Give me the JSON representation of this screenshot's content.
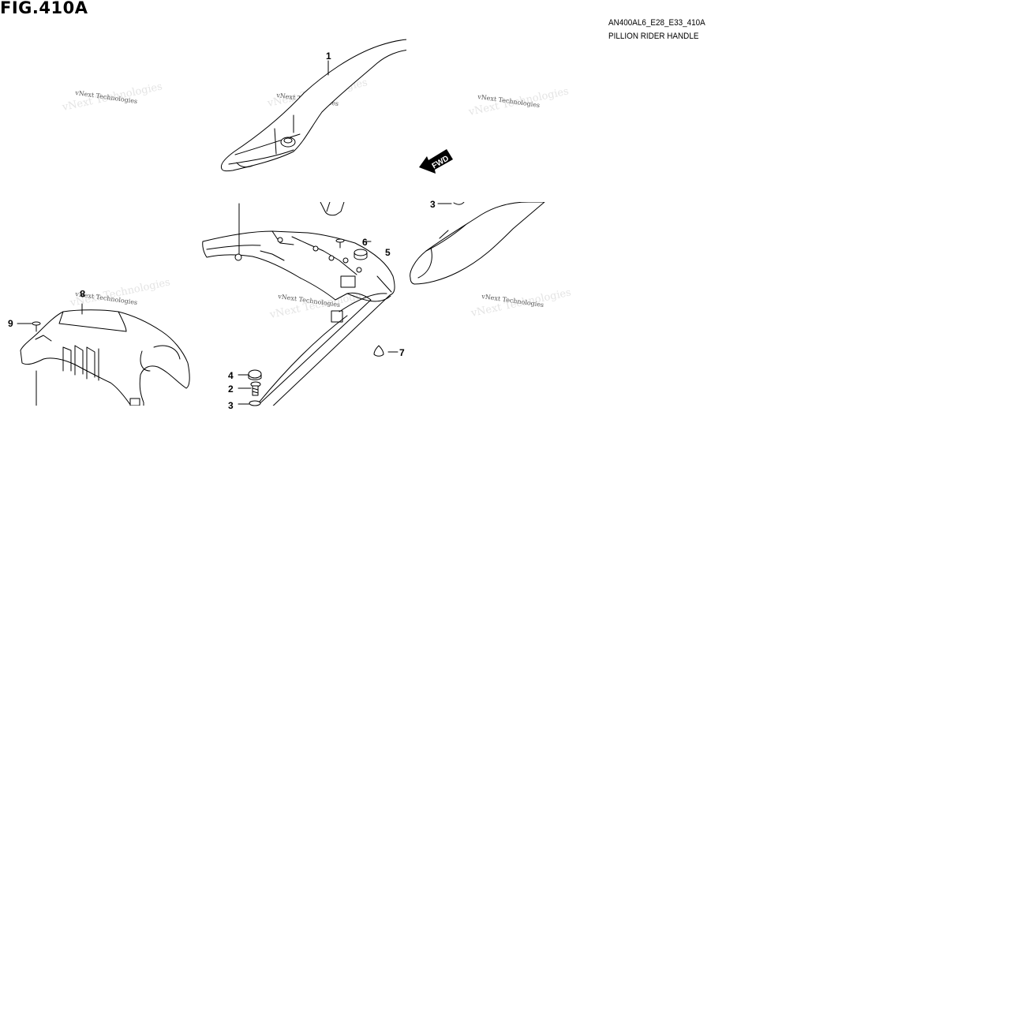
{
  "header": {
    "figure_label": "FIG.410A",
    "model_code": "AN400AL6_E28_E33_410A",
    "section_title": "PILLION RIDER HANDLE"
  },
  "diagram": {
    "direction_indicator": "FWD",
    "watermark_text": "vNext Technologies",
    "callouts": [
      {
        "id": "c1",
        "label": "1"
      },
      {
        "id": "c2",
        "label": "2"
      },
      {
        "id": "c3a",
        "label": "3"
      },
      {
        "id": "c3b",
        "label": "3"
      },
      {
        "id": "c4",
        "label": "4"
      },
      {
        "id": "c5",
        "label": "5"
      },
      {
        "id": "c6",
        "label": "6"
      },
      {
        "id": "c7",
        "label": "7"
      },
      {
        "id": "c8",
        "label": "8"
      },
      {
        "id": "c9",
        "label": "9"
      }
    ]
  }
}
